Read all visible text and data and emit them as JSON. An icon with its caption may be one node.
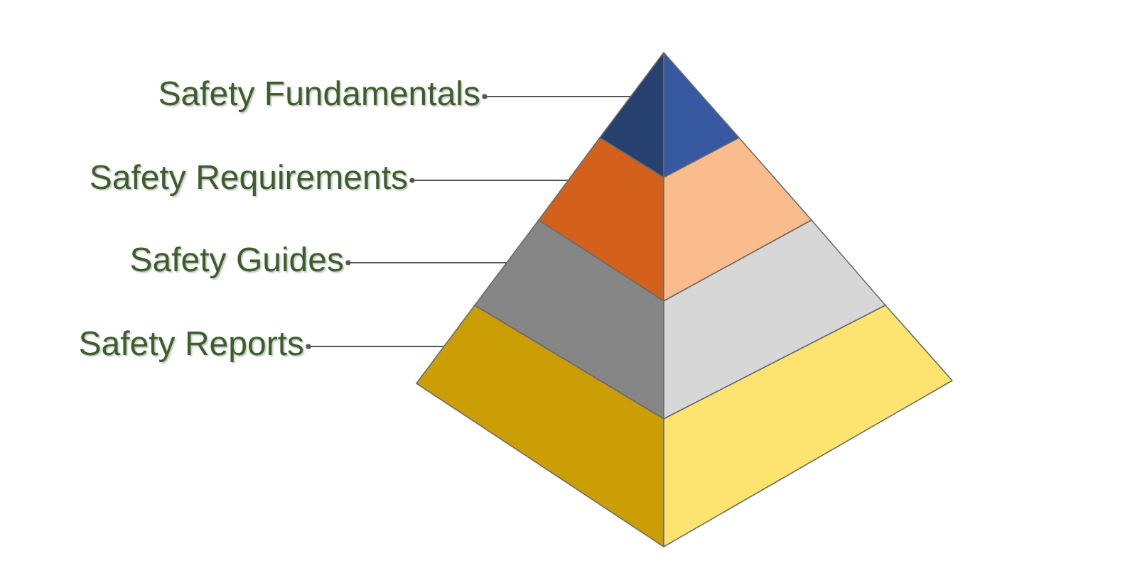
{
  "diagram": {
    "nodes": [
      {
        "text": [
          "Safety Fundamentals"
        ]
      },
      {
        "text": [
          "Safety Requirements"
        ]
      },
      {
        "text": [
          "Safety Guides"
        ]
      },
      {
        "text": [
          "Safety Reports"
        ]
      },
      {
        "text": [],
        "shape": "triangle"
      },
      {
        "text": [],
        "shape": "band"
      },
      {
        "text": [],
        "shape": "band"
      },
      {
        "text": [],
        "shape": "band"
      }
    ],
    "edges": [
      {
        "from": 0,
        "to": 4,
        "arrow": "other"
      },
      {
        "from": 1,
        "to": 5,
        "arrow": "other"
      },
      {
        "from": 2,
        "to": 6,
        "arrow": "other"
      },
      {
        "from": 3,
        "to": 7,
        "arrow": "other"
      }
    ]
  }
}
